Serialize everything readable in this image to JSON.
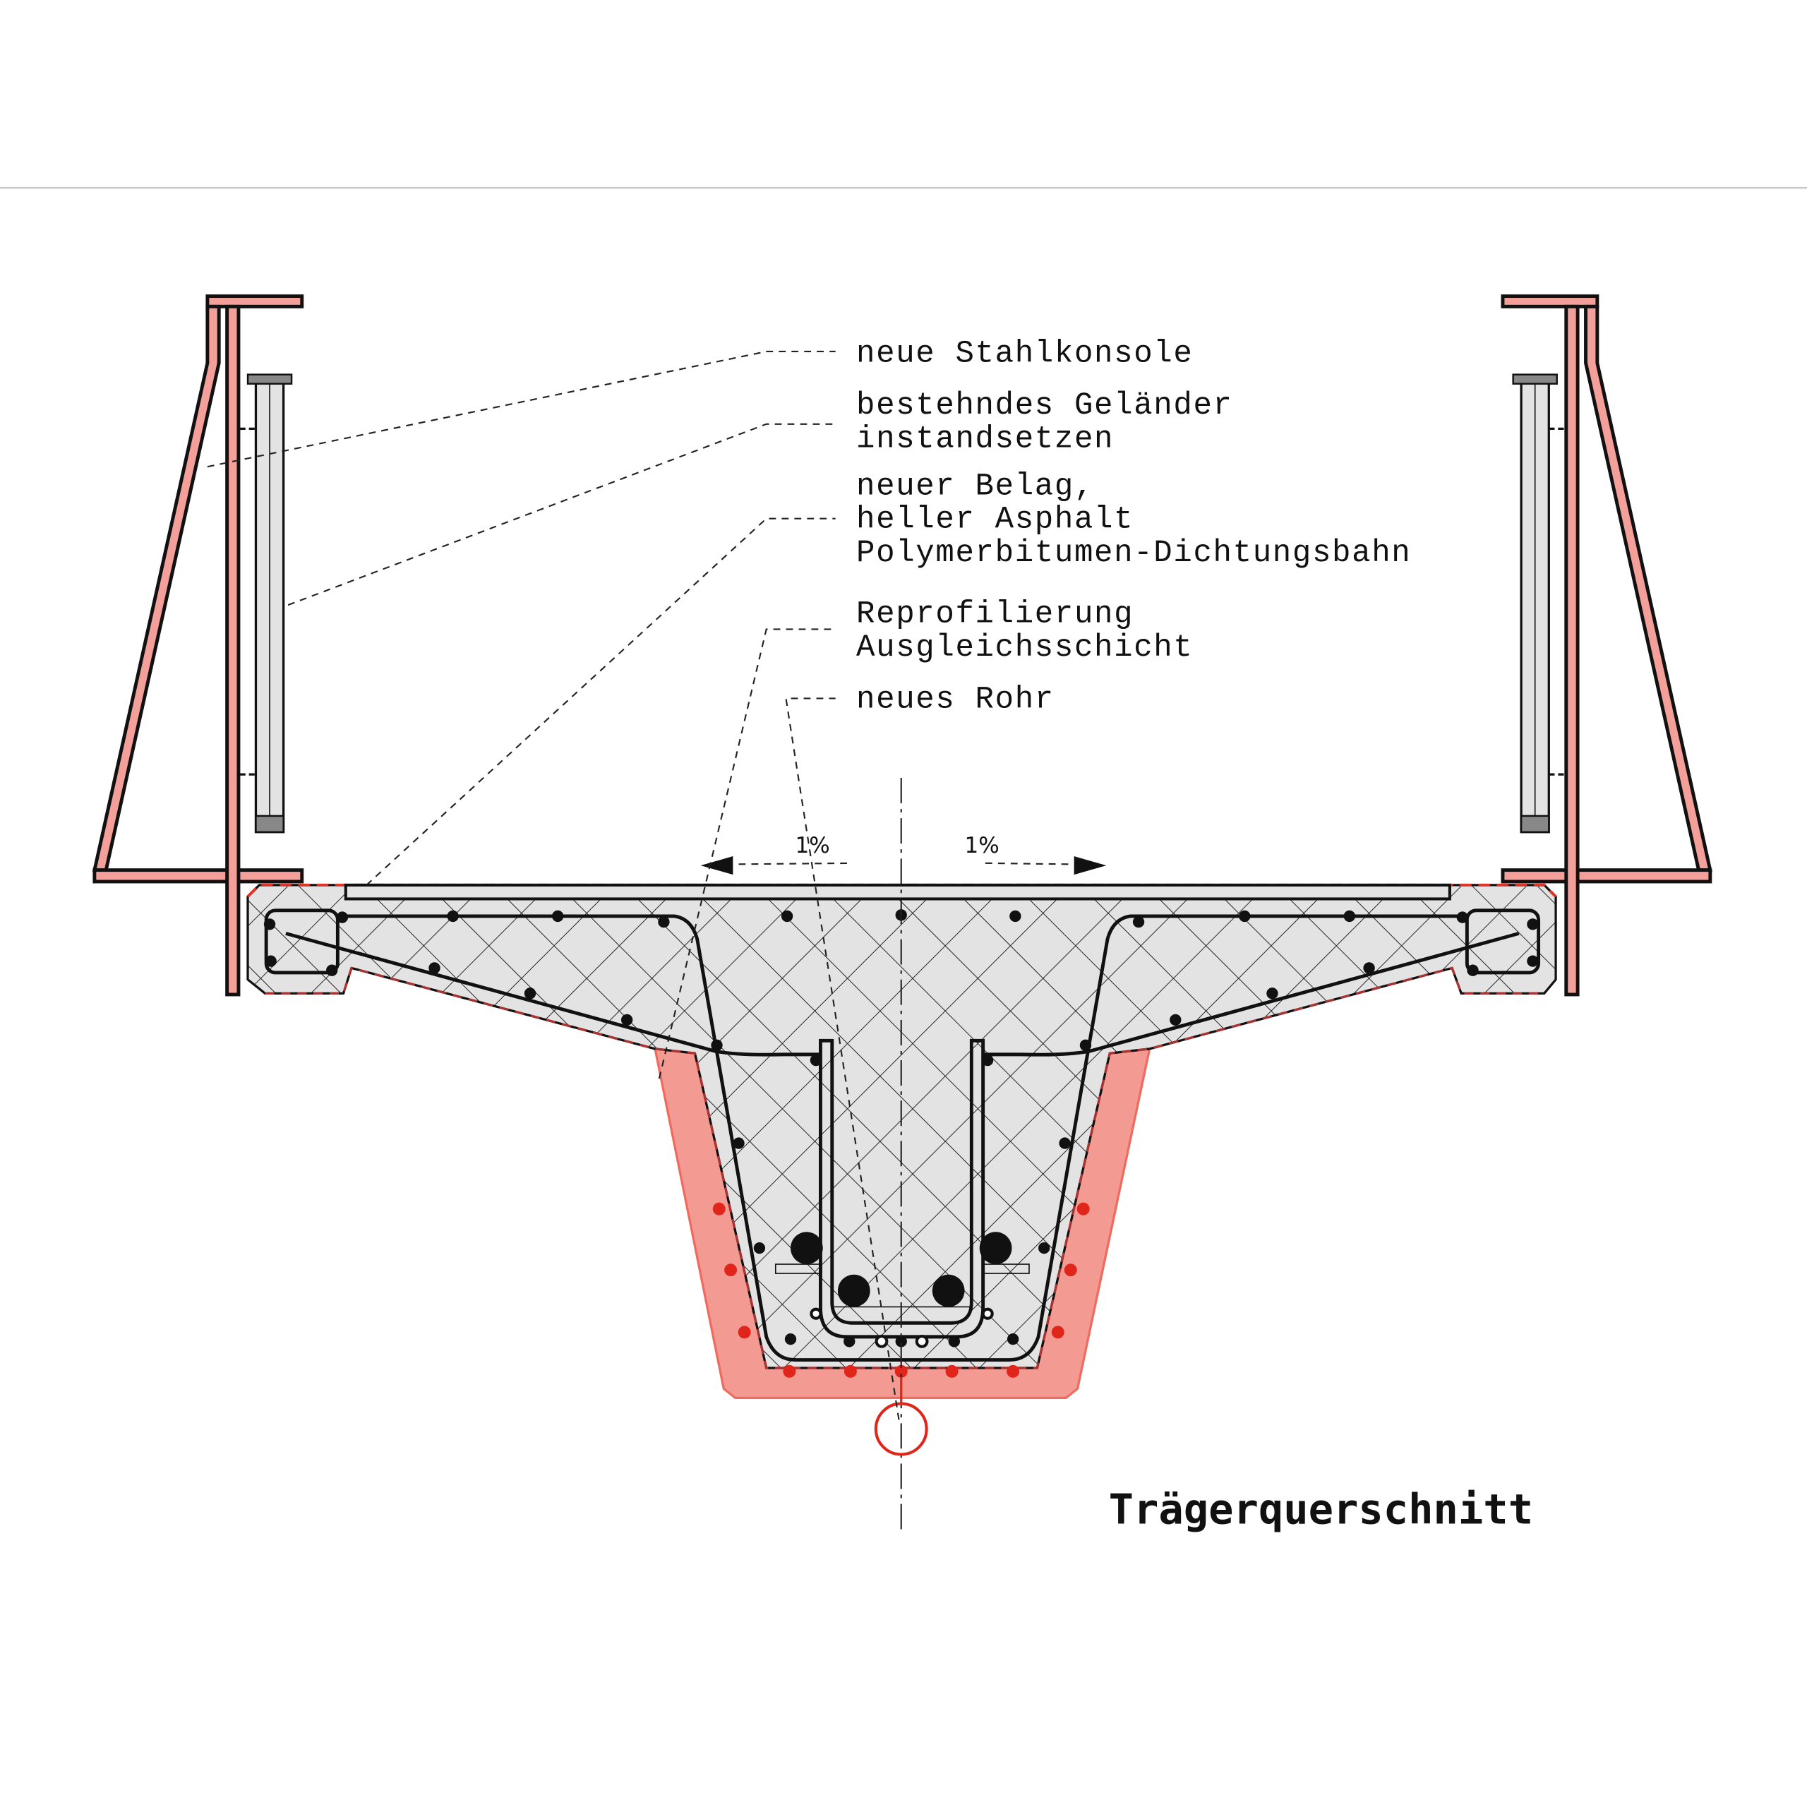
{
  "labels": {
    "stahlkonsole": "neue Stahlkonsole",
    "gelaender_1": "bestehndes Geländer",
    "gelaender_2": "instandsetzen",
    "belag_1": "neuer Belag,",
    "belag_2": "heller Asphalt",
    "belag_3": "Polymerbitumen-Dichtungsbahn",
    "reprofilierung_1": "Reprofilierung",
    "reprofilierung_2": "Ausgleichsschicht",
    "rohr": "neues Rohr"
  },
  "slope": {
    "left": "1%",
    "right": "1%"
  },
  "title": "Trägerquerschnitt",
  "colors": {
    "steel": "#f4a09a",
    "jacket": "#f39a92",
    "concrete": "#e3e3e3",
    "accent_red": "#e0251b"
  }
}
